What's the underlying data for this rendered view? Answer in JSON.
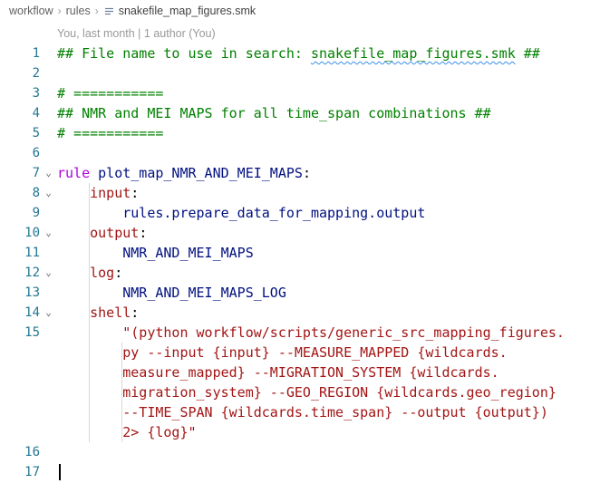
{
  "breadcrumb": {
    "items": [
      "workflow",
      "rules"
    ],
    "separator": "›",
    "file_icon": "file-lines-icon",
    "file": "snakefile_map_figures.smk"
  },
  "blame": "You, last month | 1 author (You)",
  "colors": {
    "comment": "#008000",
    "keyword": "#AF00DB",
    "section": "#A31515",
    "ident": "#001080",
    "string": "#A31515",
    "lineNumber": "#237893",
    "breadcrumbText": "#616161",
    "blame": "#999999",
    "squiggle": "#3b8eea"
  },
  "editor": {
    "lines": [
      {
        "num": "1",
        "tokens": [
          {
            "c": "comment",
            "t": "## File name to use in search: "
          },
          {
            "c": "comment-squiggle",
            "t": "snakefile_map_figures.smk"
          },
          {
            "c": "comment",
            "t": " ##"
          }
        ]
      },
      {
        "num": "2",
        "tokens": []
      },
      {
        "num": "3",
        "tokens": [
          {
            "c": "comment",
            "t": "# ==========="
          }
        ]
      },
      {
        "num": "4",
        "tokens": [
          {
            "c": "comment",
            "t": "## NMR and MEI MAPS for all time_span combinations ##"
          }
        ]
      },
      {
        "num": "5",
        "tokens": [
          {
            "c": "comment",
            "t": "# ==========="
          }
        ]
      },
      {
        "num": "6",
        "tokens": []
      },
      {
        "num": "7",
        "fold": true,
        "tokens": [
          {
            "c": "keyword",
            "t": "rule"
          },
          {
            "c": "plain",
            "t": " "
          },
          {
            "c": "ident",
            "t": "plot_map_NMR_AND_MEI_MAPS"
          },
          {
            "c": "plain",
            "t": ":"
          }
        ]
      },
      {
        "num": "8",
        "fold": true,
        "guides": [
          1
        ],
        "tokens": [
          {
            "c": "plain",
            "t": "    "
          },
          {
            "c": "section",
            "t": "input"
          },
          {
            "c": "plain",
            "t": ":"
          }
        ]
      },
      {
        "num": "9",
        "guides": [
          1
        ],
        "tokens": [
          {
            "c": "plain",
            "t": "        "
          },
          {
            "c": "ident",
            "t": "rules.prepare_data_for_mapping.output"
          }
        ]
      },
      {
        "num": "10",
        "fold": true,
        "guides": [
          1
        ],
        "tokens": [
          {
            "c": "plain",
            "t": "    "
          },
          {
            "c": "section",
            "t": "output"
          },
          {
            "c": "plain",
            "t": ":"
          }
        ]
      },
      {
        "num": "11",
        "guides": [
          1
        ],
        "tokens": [
          {
            "c": "plain",
            "t": "        "
          },
          {
            "c": "ident",
            "t": "NMR_AND_MEI_MAPS"
          }
        ]
      },
      {
        "num": "12",
        "fold": true,
        "guides": [
          1
        ],
        "tokens": [
          {
            "c": "plain",
            "t": "    "
          },
          {
            "c": "section",
            "t": "log"
          },
          {
            "c": "plain",
            "t": ":"
          }
        ]
      },
      {
        "num": "13",
        "guides": [
          1
        ],
        "tokens": [
          {
            "c": "plain",
            "t": "        "
          },
          {
            "c": "ident",
            "t": "NMR_AND_MEI_MAPS_LOG"
          }
        ]
      },
      {
        "num": "14",
        "fold": true,
        "guides": [
          1
        ],
        "tokens": [
          {
            "c": "plain",
            "t": "    "
          },
          {
            "c": "section",
            "t": "shell"
          },
          {
            "c": "plain",
            "t": ":"
          }
        ]
      },
      {
        "num": "15",
        "guides": [
          1
        ],
        "tokens": [
          {
            "c": "plain",
            "t": "        "
          },
          {
            "c": "string",
            "t": "\"(python workflow/scripts/generic_src_mapping_figures."
          }
        ]
      },
      {
        "num": "",
        "guides": [
          1,
          2
        ],
        "tokens": [
          {
            "c": "plain",
            "t": "        "
          },
          {
            "c": "string",
            "t": "py --input {input} --MEASURE_MAPPED {wildcards."
          }
        ]
      },
      {
        "num": "",
        "guides": [
          1,
          2
        ],
        "tokens": [
          {
            "c": "plain",
            "t": "        "
          },
          {
            "c": "string",
            "t": "measure_mapped} --MIGRATION_SYSTEM {wildcards."
          }
        ]
      },
      {
        "num": "",
        "guides": [
          1,
          2
        ],
        "tokens": [
          {
            "c": "plain",
            "t": "        "
          },
          {
            "c": "string",
            "t": "migration_system} --GEO_REGION {wildcards.geo_region}"
          }
        ]
      },
      {
        "num": "",
        "guides": [
          1,
          2
        ],
        "tokens": [
          {
            "c": "plain",
            "t": "        "
          },
          {
            "c": "string",
            "t": "--TIME_SPAN {wildcards.time_span} --output {output})"
          }
        ]
      },
      {
        "num": "",
        "guides": [
          1,
          2
        ],
        "tokens": [
          {
            "c": "plain",
            "t": "        "
          },
          {
            "c": "string",
            "t": "2> {log}\""
          }
        ]
      },
      {
        "num": "16",
        "tokens": []
      },
      {
        "num": "17",
        "cursor": true,
        "tokens": []
      }
    ]
  }
}
